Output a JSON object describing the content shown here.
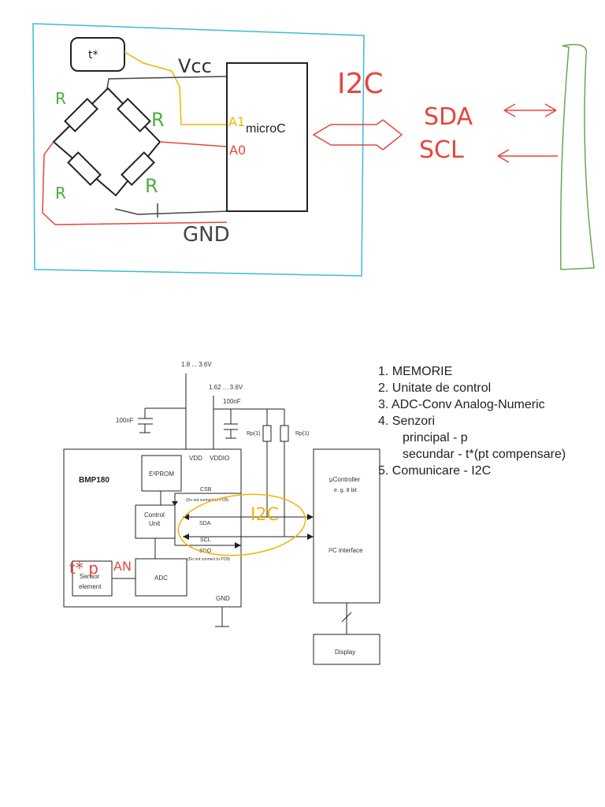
{
  "sketch": {
    "temp_box": "t*",
    "vcc": "Vcc",
    "resistor_labels": [
      "R",
      "R",
      "R",
      "R"
    ],
    "mcu": "microC",
    "pin_a1": "A1",
    "pin_a0": "A0",
    "gnd": "GND",
    "bus": "I2C",
    "sda": "SDA",
    "scl": "SCL"
  },
  "schematic": {
    "vdd_range": "1.8 ... 3.6V",
    "vddio_range": "1.62 ... 3.6V",
    "cap1": "100nF",
    "cap2": "100nF",
    "rp1": "Rp(1)",
    "rp2": "Rp(1)",
    "chip": "BMP180",
    "vdd": "VDD",
    "vddio": "VDDIO",
    "eeprom": "E²PROM",
    "csb": "CSB",
    "csb_note": "(Do not connect to PCB)",
    "control_unit_1": "Control",
    "control_unit_2": "Unit",
    "sda": "SDA",
    "scl": "SCL",
    "sdo": "SDO",
    "sdo_note": "(Do not connect to PCB)",
    "sensor_1": "Sensor",
    "sensor_2": "element",
    "adc": "ADC",
    "gnd": "GND",
    "ucontroller_1": "µController",
    "ucontroller_2": "e. g. 8 bit",
    "i2c_interface": "I²C interface",
    "display": "Display",
    "anno_tp": "t* p",
    "anno_an": "AN",
    "anno_i2c": "I2C"
  },
  "notes": [
    "1. MEMORIE",
    "2. Unitate de control",
    "3. ADC-Conv Analog-Numeric",
    "4. Senzori",
    "principal - p",
    "secundar - t*(pt compensare)",
    "5. Comunicare - I2C"
  ],
  "colors": {
    "cyan_border": "#3cbcd4",
    "green": "#4caf3c",
    "red": "#e8453c",
    "yellow": "#f2b400",
    "dark": "#333333"
  }
}
